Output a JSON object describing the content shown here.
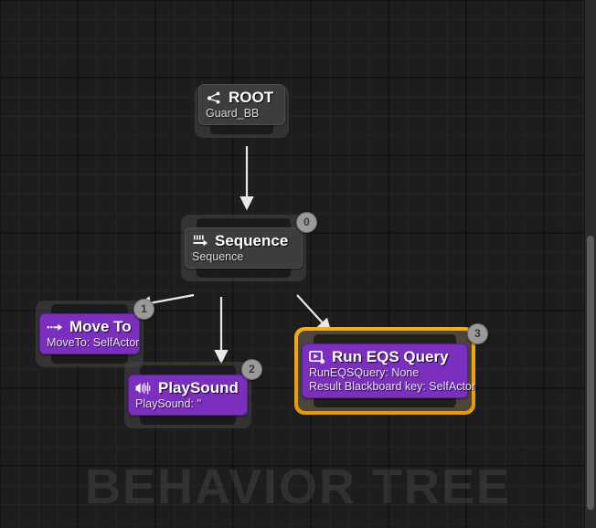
{
  "editor": {
    "watermark": "BEHAVIOR TREE",
    "accent_selected": "#f0a30a",
    "node_purple": "#7b2fbe",
    "node_gray": "#3d3d3d",
    "canvas_bg": "#1d1d1d"
  },
  "nodes": [
    {
      "id": "root",
      "title": "ROOT",
      "subtitle": "Guard_BB",
      "icon": "behavior-tree-root-icon",
      "color": "gray",
      "index": null,
      "selected": false
    },
    {
      "id": "sequence",
      "title": "Sequence",
      "subtitle": "Sequence",
      "icon": "sequence-icon",
      "color": "gray",
      "index": "0",
      "selected": false
    },
    {
      "id": "move-to",
      "title": "Move To",
      "subtitle": "MoveTo: SelfActor",
      "icon": "move-to-icon",
      "color": "purple",
      "index": "1",
      "selected": false
    },
    {
      "id": "play-sound",
      "title": "PlaySound",
      "subtitle": "PlaySound: ''",
      "icon": "sound-wave-icon",
      "color": "purple",
      "index": "2",
      "selected": false
    },
    {
      "id": "run-eqs-query",
      "title": "Run EQS Query",
      "subtitle": "RunEQSQuery: None",
      "subtitle2": "Result Blackboard key: SelfActor",
      "icon": "eqs-query-icon",
      "color": "purple",
      "index": "3",
      "selected": true
    }
  ]
}
